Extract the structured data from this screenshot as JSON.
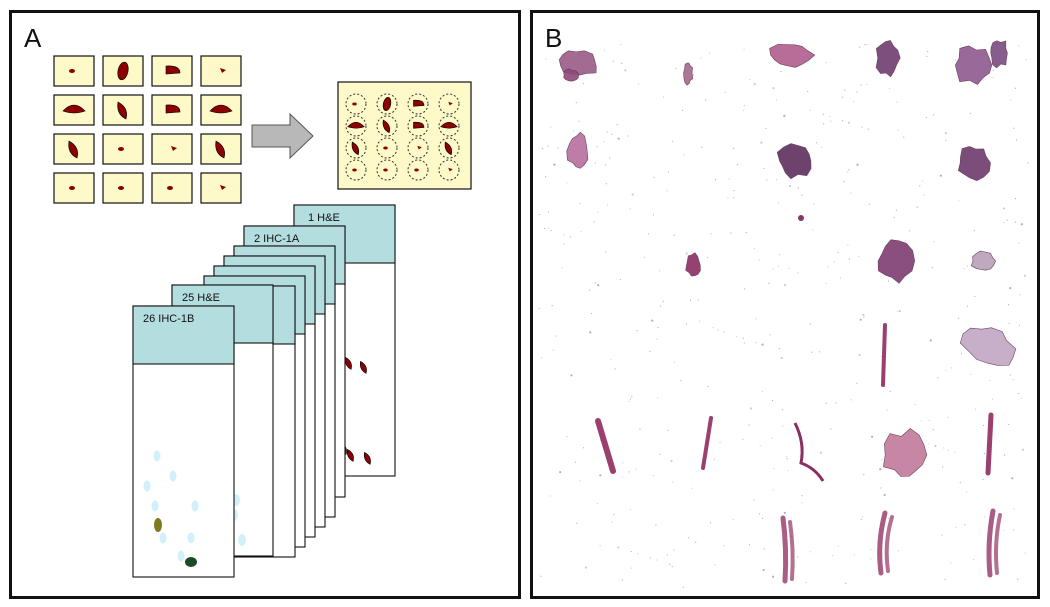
{
  "panels": {
    "a": {
      "label": "A"
    },
    "b": {
      "label": "B"
    }
  },
  "slides": [
    {
      "label": "1 H&E"
    },
    {
      "label": "2 IHC-1A"
    },
    {
      "label": "25 H&E"
    },
    {
      "label": "26 IHC-1B"
    }
  ],
  "colors": {
    "block_fill": "#fdf9c9",
    "tissue": "#8b0000",
    "slide_header": "#b4dde0",
    "ihc_stain": "#cdeef8",
    "he_stain": "#9b3f6e",
    "arrow": "#b8b8b8"
  }
}
